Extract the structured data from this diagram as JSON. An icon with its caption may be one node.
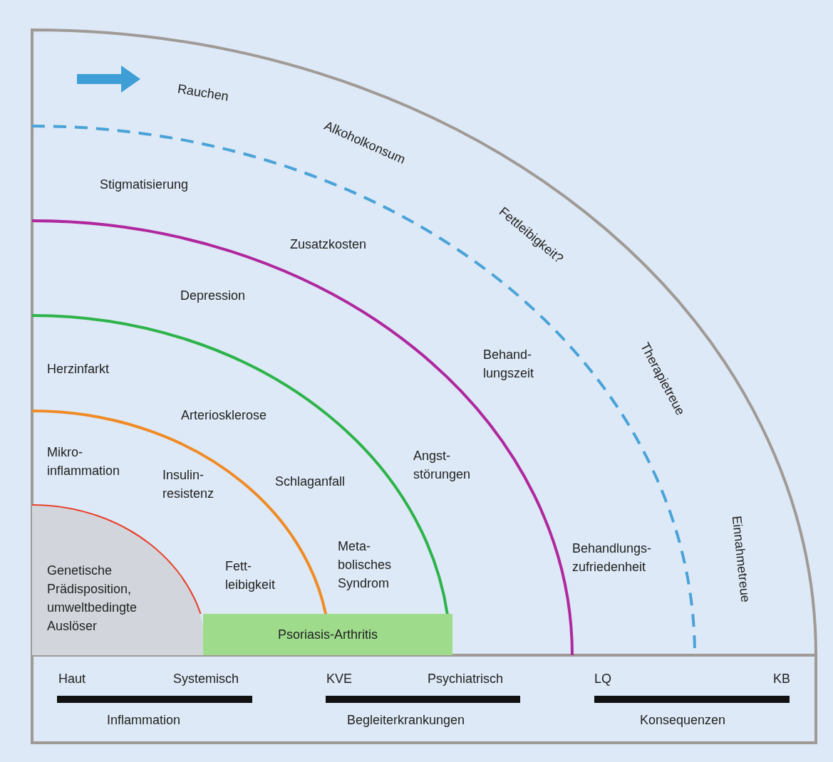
{
  "diagram": {
    "nodes": [
      {
        "text": [
          "Genetische Prädisposition, umweltbedingte Auslöser"
        ]
      },
      {
        "text": [
          "Psoriasis-Arthritis"
        ]
      }
    ],
    "labels": [
      "Rauchen",
      "Alkoholkonsum",
      "Stigmatisierung",
      "Fettleibigkeit?",
      "Zusatzkosten",
      "Depression",
      "Behand- lungszeit",
      "Therapietreue",
      "Herzinfarkt",
      "Arteriosklerose",
      "Mikro- inflammation",
      "Angst- störungen",
      "Schlaganfall",
      "Insulin- resistenz",
      "Meta- bolisches Syndrom",
      "Behandlungs- zufriedenheit",
      "Einnahmetreue",
      "Fett- leibigkeit",
      "Haut",
      "Systemisch",
      "KVE",
      "Psychiatrisch",
      "LQ",
      "KB",
      "Inflammation",
      "Begleiterkrankungen",
      "Konsequenzen"
    ]
  }
}
